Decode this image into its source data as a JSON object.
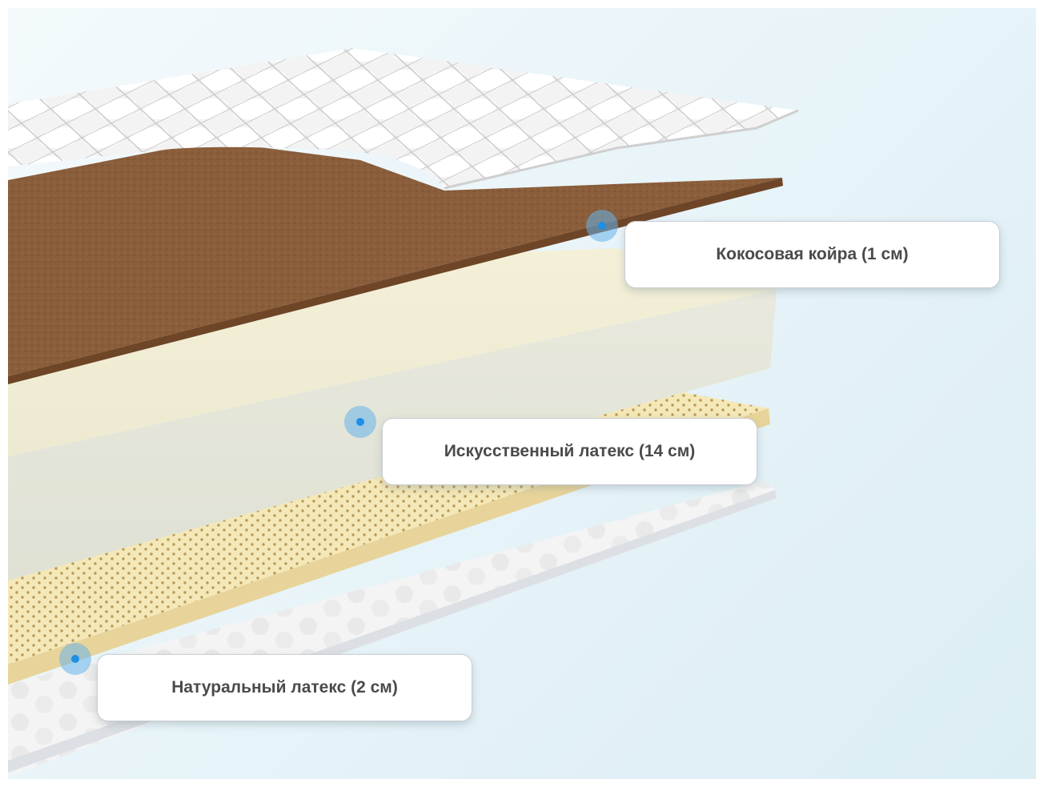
{
  "layers": [
    {
      "id": "coconut",
      "label": "Кокосовая койра (1 см)"
    },
    {
      "id": "artificial-latex",
      "label": "Искусственный латекс (14 см)"
    },
    {
      "id": "natural-latex",
      "label": "Натуральный латекс (2 см)"
    }
  ],
  "colors": {
    "coconut": "#8b5e3c",
    "foam": "#efeedd",
    "latex": "#f4e7b6",
    "marker": "#1e8fe6",
    "cover": "#f2f2f2"
  }
}
